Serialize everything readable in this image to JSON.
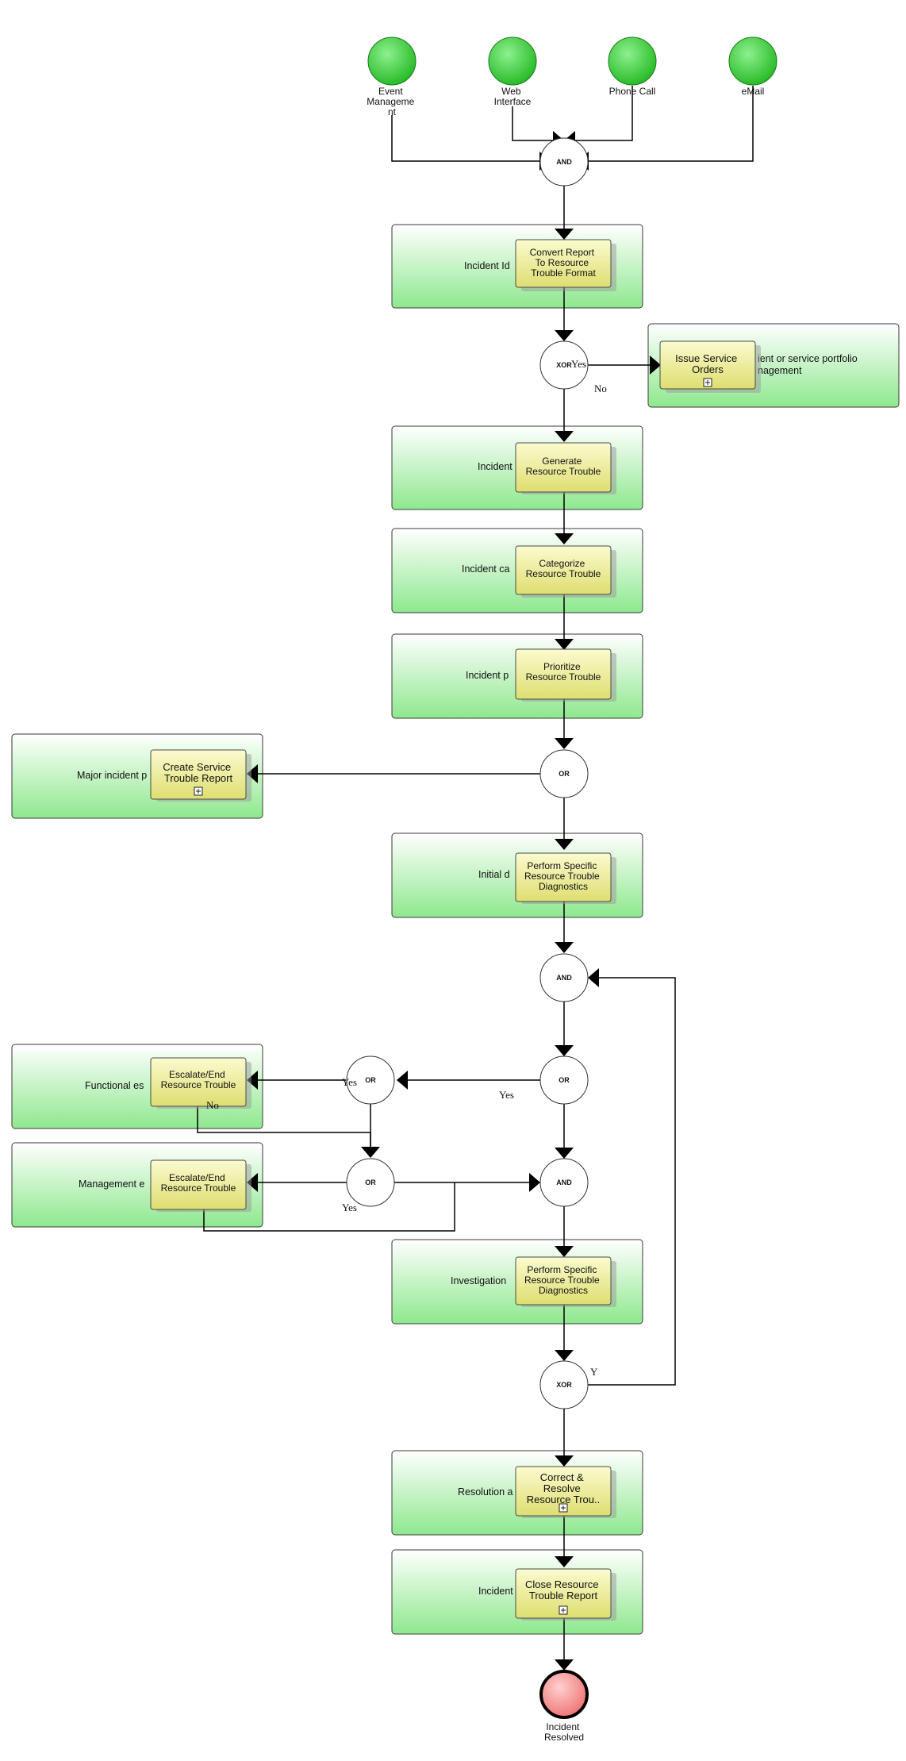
{
  "start_events": [
    {
      "id": "s1",
      "label": [
        "Event",
        "Manageme",
        "nt"
      ]
    },
    {
      "id": "s2",
      "label": [
        "Web",
        "Interface"
      ]
    },
    {
      "id": "s3",
      "label": [
        "Phone Call"
      ]
    },
    {
      "id": "s4",
      "label": [
        "eMail"
      ]
    }
  ],
  "end_event": {
    "label": [
      "Incident",
      "Resolved"
    ]
  },
  "gateways": [
    {
      "id": "g1",
      "label": "AND"
    },
    {
      "id": "g2",
      "label": "XOR"
    },
    {
      "id": "g3",
      "label": "OR"
    },
    {
      "id": "g4",
      "label": "AND"
    },
    {
      "id": "g5",
      "label": "OR"
    },
    {
      "id": "g6",
      "label": "OR"
    },
    {
      "id": "g7",
      "label": "OR"
    },
    {
      "id": "g8",
      "label": "AND"
    },
    {
      "id": "g9",
      "label": "XOR"
    }
  ],
  "subprocesses": [
    {
      "id": "p1",
      "label": "Incident Id"
    },
    {
      "id": "p2",
      "label": "ient or service portfolio\nnagement"
    },
    {
      "id": "p3",
      "label": "Incident"
    },
    {
      "id": "p4",
      "label": "Incident ca"
    },
    {
      "id": "p5",
      "label": "Incident p"
    },
    {
      "id": "p6",
      "label": "Major incident p"
    },
    {
      "id": "p7",
      "label": "Initial d"
    },
    {
      "id": "p8",
      "label": "Functional es"
    },
    {
      "id": "p9",
      "label": "Management e"
    },
    {
      "id": "p10",
      "label": "Investigation"
    },
    {
      "id": "p11",
      "label": "Resolution a"
    },
    {
      "id": "p12",
      "label": "Incident"
    }
  ],
  "tasks": [
    {
      "id": "t1",
      "label": [
        "Convert Report",
        "To Resource",
        "Trouble Format"
      ],
      "expandable": false
    },
    {
      "id": "t2",
      "label": [
        "Issue Service",
        "Orders"
      ],
      "expandable": true
    },
    {
      "id": "t3",
      "label": [
        "Generate",
        "Resource Trouble"
      ],
      "expandable": false
    },
    {
      "id": "t4",
      "label": [
        "Categorize",
        "Resource Trouble"
      ],
      "expandable": false
    },
    {
      "id": "t5",
      "label": [
        "Prioritize",
        "Resource Trouble"
      ],
      "expandable": false
    },
    {
      "id": "t6",
      "label": [
        "Create Service",
        "Trouble Report"
      ],
      "expandable": true
    },
    {
      "id": "t7",
      "label": [
        "Perform Specific",
        "Resource Trouble",
        "Diagnostics"
      ],
      "expandable": false
    },
    {
      "id": "t8",
      "label": [
        "Escalate/End",
        "Resource Trouble"
      ],
      "expandable": false
    },
    {
      "id": "t9",
      "label": [
        "Escalate/End",
        "Resource Trouble"
      ],
      "expandable": false
    },
    {
      "id": "t10",
      "label": [
        "Perform Specific",
        "Resource Trouble",
        "Diagnostics"
      ],
      "expandable": false
    },
    {
      "id": "t11",
      "label": [
        "Correct &",
        "Resolve",
        "Resource Trou.."
      ],
      "expandable": true
    },
    {
      "id": "t12",
      "label": [
        "Close Resource",
        "Trouble Report"
      ],
      "expandable": true
    }
  ],
  "edge_labels": [
    {
      "id": "e1",
      "text": "Yes"
    },
    {
      "id": "e2",
      "text": "No"
    },
    {
      "id": "e3",
      "text": "Yes"
    },
    {
      "id": "e4",
      "text": "Yes"
    },
    {
      "id": "e5",
      "text": "No"
    },
    {
      "id": "e6",
      "text": "Yes"
    },
    {
      "id": "e7",
      "text": "Y"
    }
  ],
  "colors": {
    "start_fill": "#3fcf3f",
    "end_fill": "#f08a8a",
    "subprocess_fill_top": "#ffffff",
    "subprocess_fill_bottom": "#8ee88e",
    "task_fill_top": "#fbfbd0",
    "task_fill_bottom": "#dede70"
  }
}
